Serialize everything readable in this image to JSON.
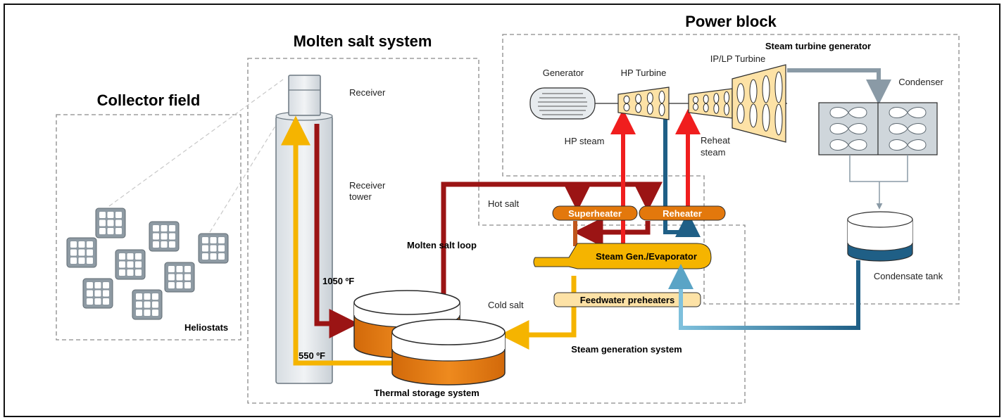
{
  "titles": {
    "collector_field": "Collector field",
    "molten_salt_system": "Molten salt system",
    "power_block": "Power block"
  },
  "labels": {
    "heliostats": "Heliostats",
    "receiver": "Receiver",
    "receiver_tower_1": "Receiver",
    "receiver_tower_2": "tower",
    "hot_temp": "1050 ºF",
    "cold_temp": "550 ºF",
    "molten_salt_loop": "Molten salt loop",
    "cold_salt": "Cold salt",
    "hot_salt": "Hot salt",
    "thermal_storage_system": "Thermal storage system",
    "superheater": "Superheater",
    "reheater": "Reheater",
    "steam_gen": "Steam Gen./Evaporator",
    "feedwater_preheaters": "Feedwater preheaters",
    "steam_generation_system": "Steam generation system",
    "steam_turbine_generator": "Steam turbine generator",
    "generator": "Generator",
    "hp_turbine": "HP Turbine",
    "iplp_turbine": "IP/LP Turbine",
    "hp_steam": "HP steam",
    "reheat_steam_1": "Reheat",
    "reheat_steam_2": "steam",
    "condenser": "Condenser",
    "condensate_tank": "Condensate tank"
  },
  "colors": {
    "hot_salt": "#9b1414",
    "cold_salt": "#f5b400",
    "steam": "#f01e1e",
    "water": "#1f5f86",
    "component_orange": "#e3780c",
    "equipment_grey": "#cfd6db",
    "outline": "#2b2b2b"
  }
}
